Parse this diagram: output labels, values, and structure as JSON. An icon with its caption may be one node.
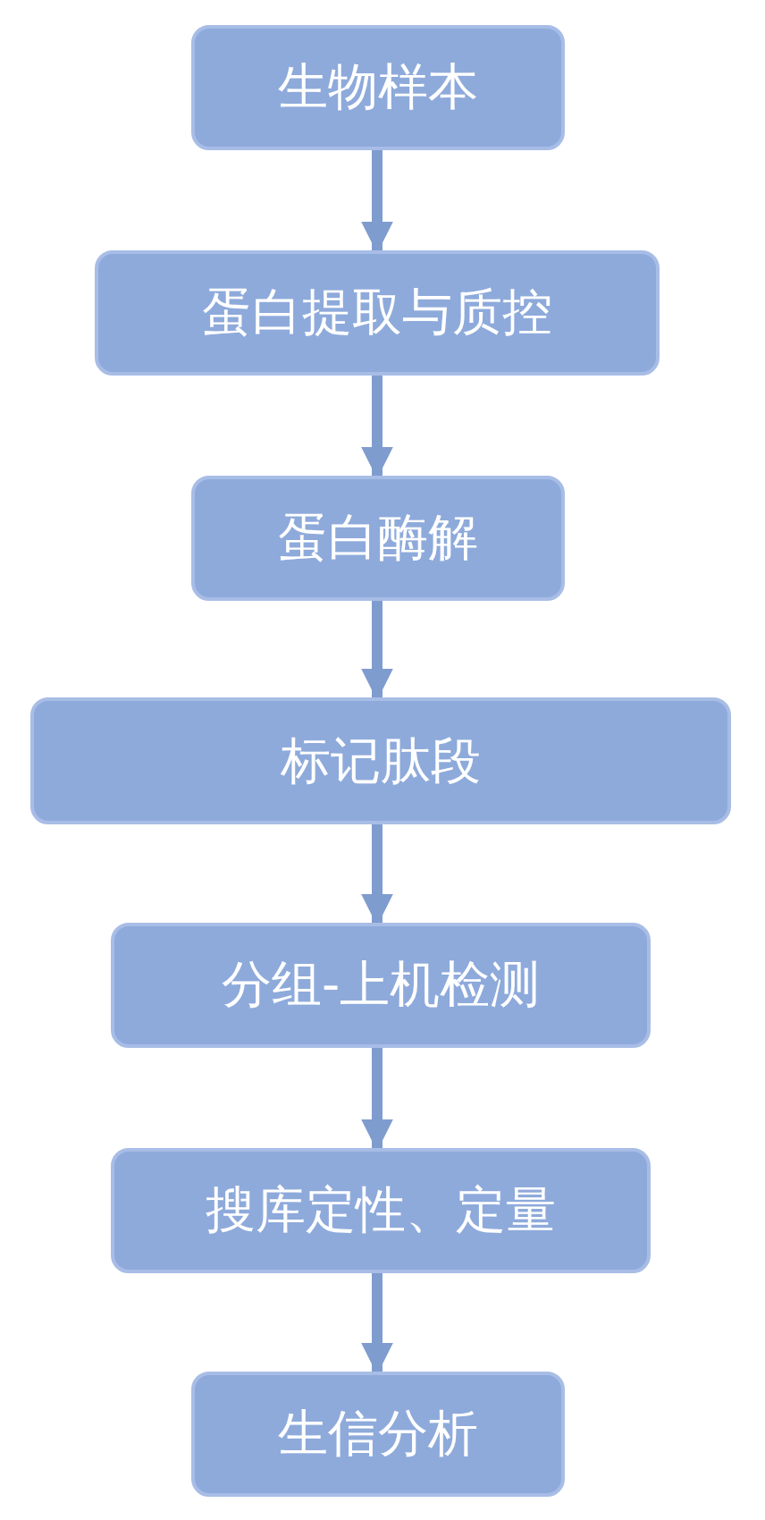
{
  "diagram": {
    "nodes": [
      {
        "text": [
          "生物样本"
        ]
      },
      {
        "text": [
          "蛋白提取与质控"
        ]
      },
      {
        "text": [
          "蛋白酶解"
        ]
      },
      {
        "text": [
          "标记肽段"
        ]
      },
      {
        "text": [
          "分组-上机检测"
        ]
      },
      {
        "text": [
          "搜库定性、定量"
        ]
      },
      {
        "text": [
          "生信分析"
        ]
      }
    ],
    "edges": [
      {
        "from": 0,
        "to": 1,
        "arrow": "to"
      },
      {
        "from": 1,
        "to": 2,
        "arrow": "to"
      },
      {
        "from": 2,
        "to": 3,
        "arrow": "to"
      },
      {
        "from": 3,
        "to": 4,
        "arrow": "to"
      },
      {
        "from": 4,
        "to": 5,
        "arrow": "to"
      },
      {
        "from": 5,
        "to": 6,
        "arrow": "to"
      }
    ]
  }
}
